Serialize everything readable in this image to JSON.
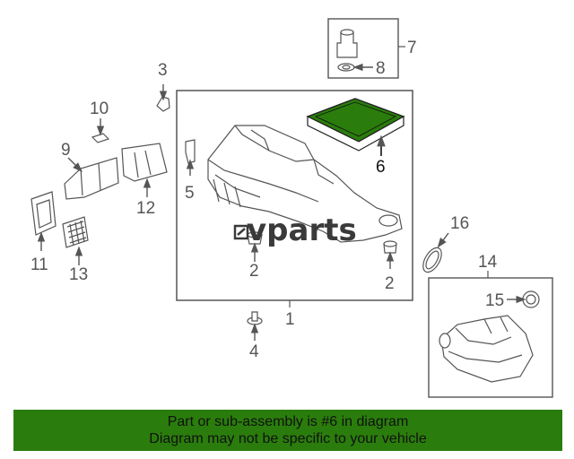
{
  "diagram": {
    "callouts": {
      "c1": "1",
      "c2a": "2",
      "c2b": "2",
      "c3": "3",
      "c4": "4",
      "c5": "5",
      "c6": "6",
      "c7": "7",
      "c8": "8",
      "c9": "9",
      "c10": "10",
      "c11": "11",
      "c12": "12",
      "c13": "13",
      "c14": "14",
      "c15": "15",
      "c16": "16"
    },
    "highlighted_part": "6",
    "highlight_color": "#2a7d0c"
  },
  "watermark": {
    "text": "vparts"
  },
  "banner": {
    "line1": "Part or sub-assembly is #6 in diagram",
    "line2": "Diagram may not be specific to your vehicle",
    "background": "#2a7d0c"
  }
}
